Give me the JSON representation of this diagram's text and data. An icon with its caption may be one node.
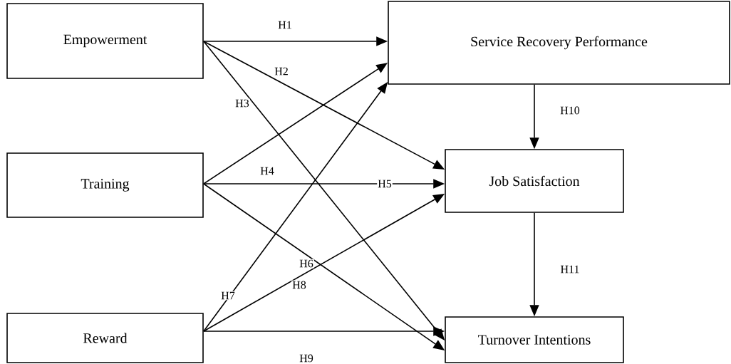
{
  "diagram": {
    "nodes": [
      {
        "text": [
          "Empowerment"
        ]
      },
      {
        "text": [
          "Service Recovery Performance"
        ]
      },
      {
        "text": [
          "Training"
        ]
      },
      {
        "text": [
          "Job Satisfaction"
        ]
      },
      {
        "text": [
          "Reward"
        ]
      },
      {
        "text": [
          "Turnover Intentions"
        ]
      }
    ],
    "edges": [
      {
        "from": 0,
        "to": 1,
        "arrow": "to",
        "label": "H1"
      },
      {
        "from": 0,
        "to": 3,
        "arrow": "to",
        "label": "H2"
      },
      {
        "from": 0,
        "to": 5,
        "arrow": "to",
        "label": "H3"
      },
      {
        "from": 2,
        "to": 1,
        "arrow": "to",
        "label": "H4"
      },
      {
        "from": 2,
        "to": 3,
        "arrow": "to",
        "label": "H5"
      },
      {
        "from": 2,
        "to": 5,
        "arrow": "to",
        "label": "H6"
      },
      {
        "from": 4,
        "to": 1,
        "arrow": "to",
        "label": "H7"
      },
      {
        "from": 4,
        "to": 3,
        "arrow": "to",
        "label": "H8"
      },
      {
        "from": 4,
        "to": 5,
        "arrow": "to",
        "label": "H9"
      },
      {
        "from": 1,
        "to": 3,
        "arrow": "to",
        "label": "H10"
      },
      {
        "from": 3,
        "to": 5,
        "arrow": "to",
        "label": "H11"
      }
    ]
  }
}
